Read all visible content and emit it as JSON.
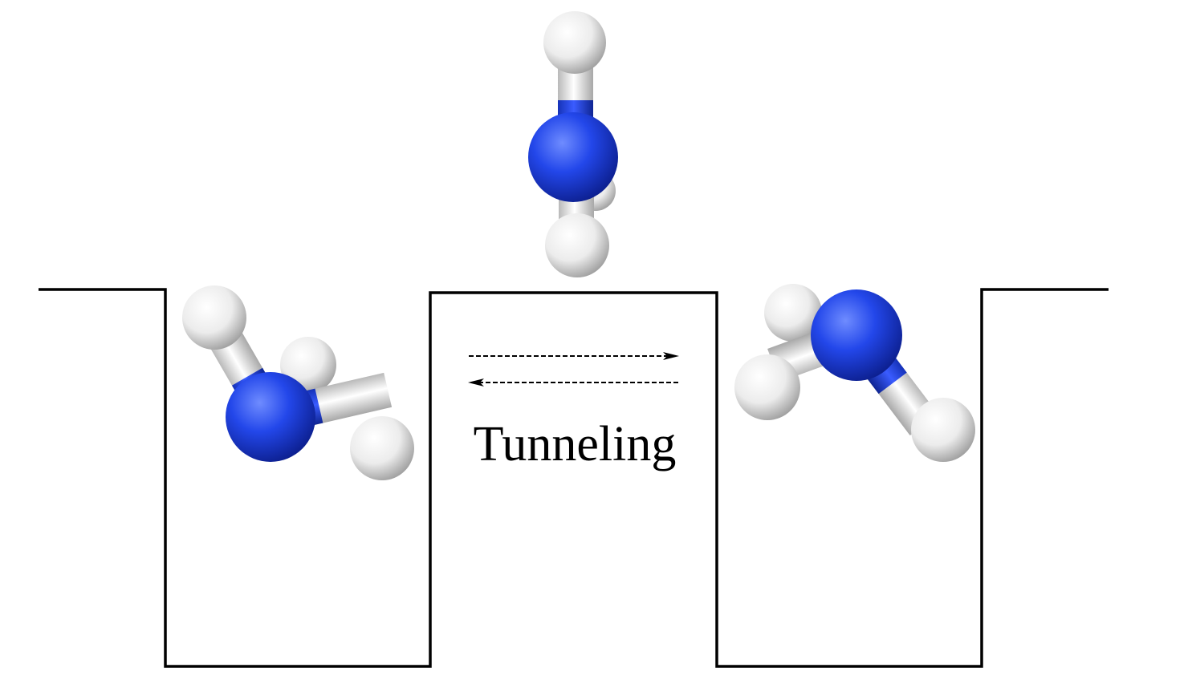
{
  "diagram": {
    "label": "Tunneling",
    "molecule": "ammonia",
    "atoms": {
      "nitrogen_color": "#1f3fe0",
      "hydrogen_color": "#e8e8e8"
    },
    "potential_color": "#000000",
    "arrows": [
      "forward-arrow",
      "backward-arrow"
    ]
  }
}
